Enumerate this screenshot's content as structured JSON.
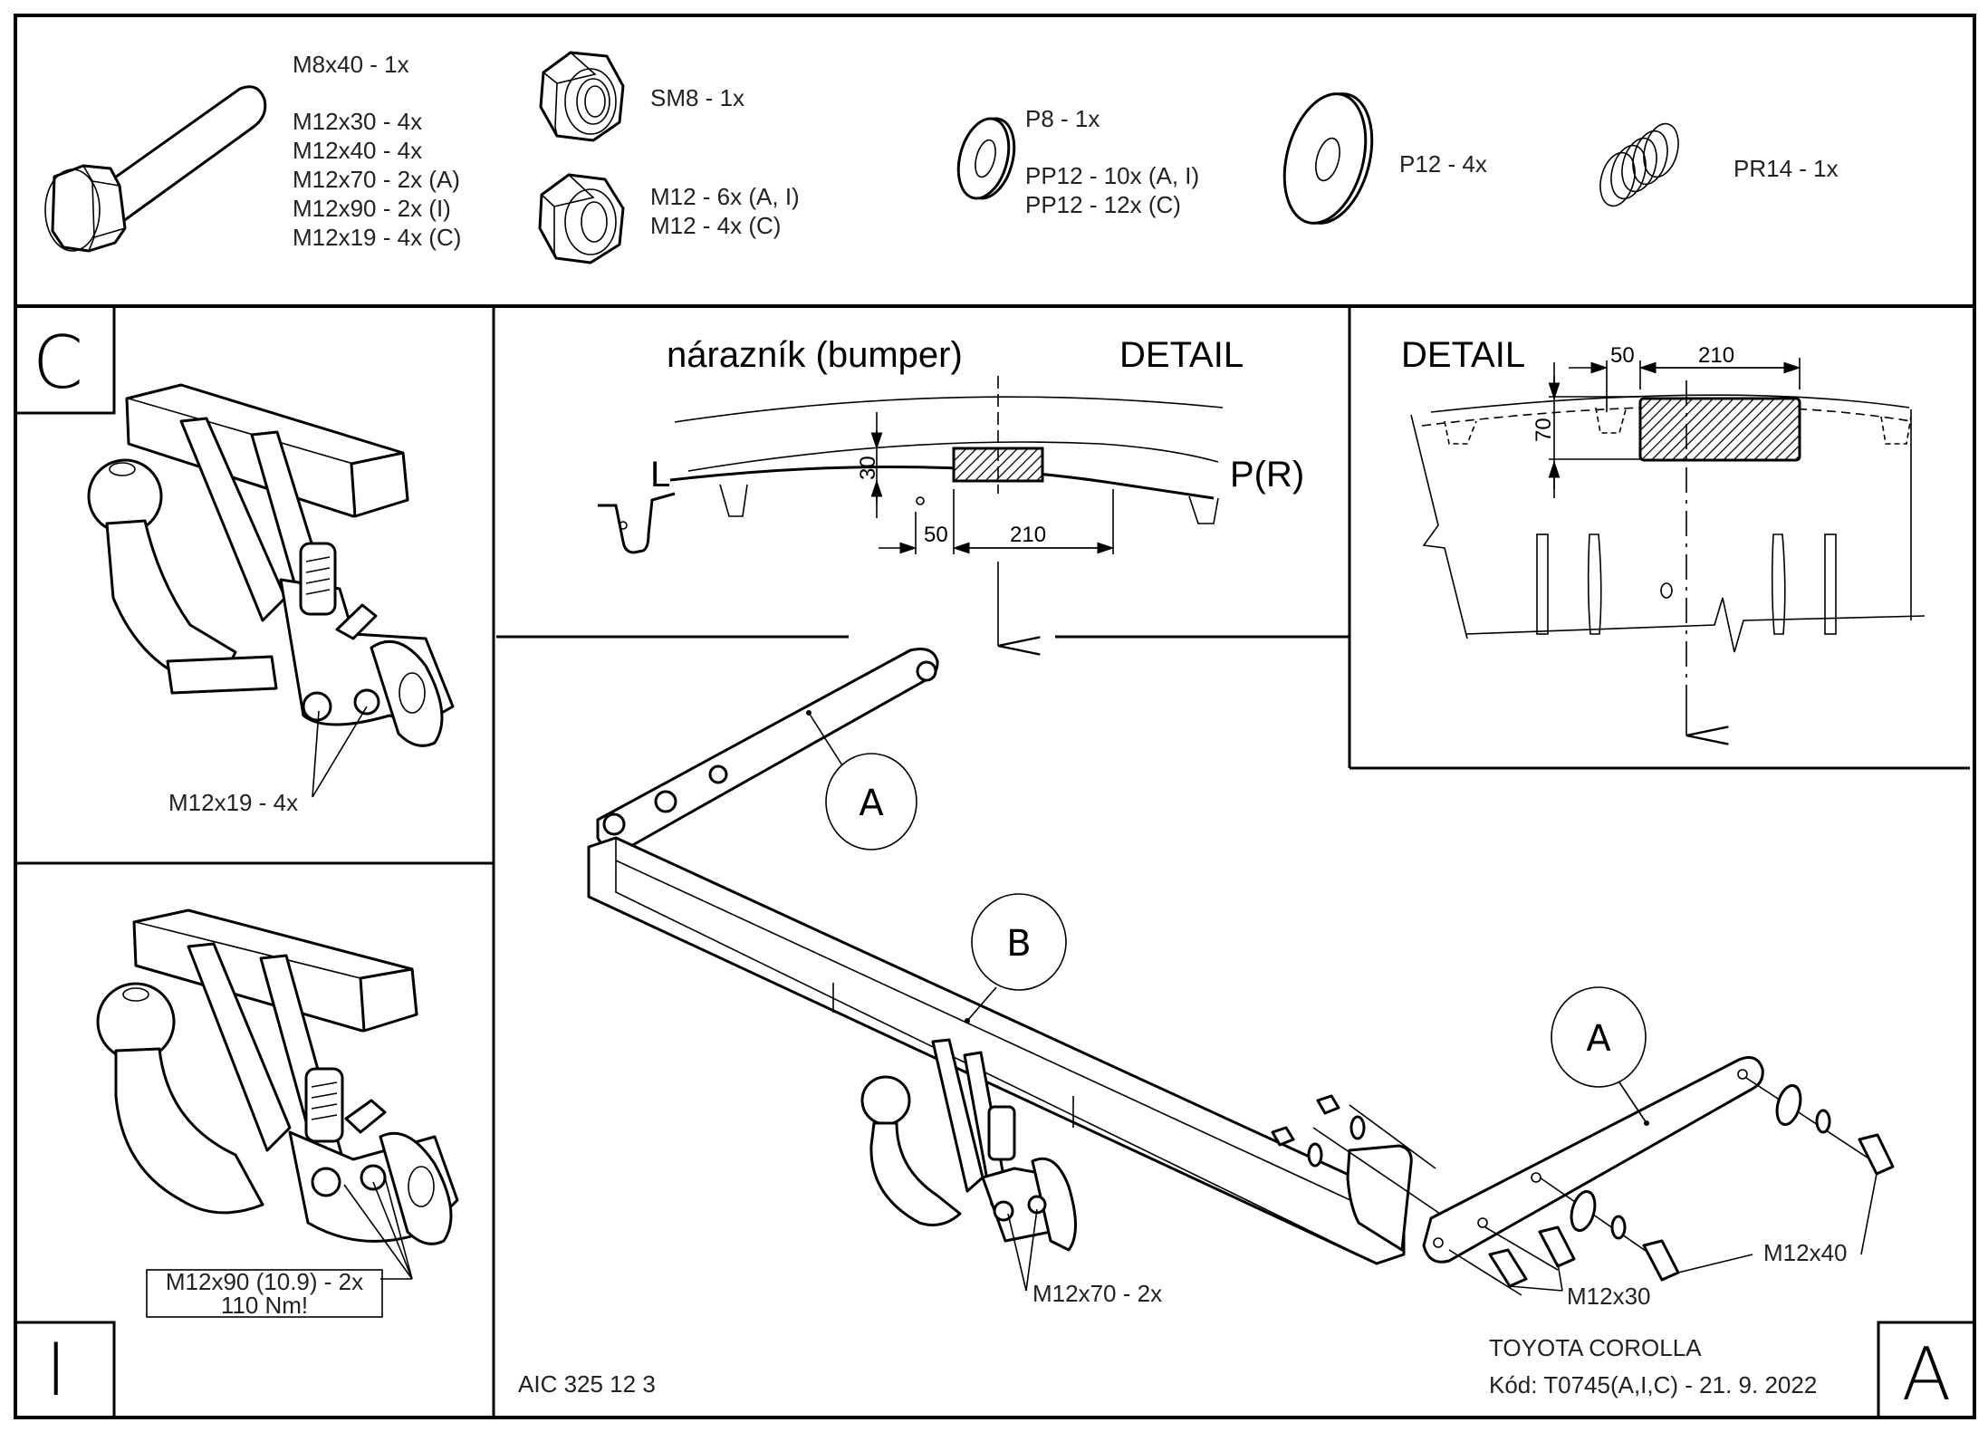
{
  "parts": {
    "bolt": {
      "icon": "hex-bolt-icon",
      "lines": [
        "M8x40 - 1x",
        "M12x30 - 4x",
        "M12x40 - 4x",
        "M12x70 - 2x (A)",
        "M12x90 - 2x (I)",
        "M12x19 - 4x (C)"
      ]
    },
    "self_locking_nut": {
      "icon": "lock-nut-icon",
      "lines": [
        "SM8 - 1x"
      ]
    },
    "nut": {
      "icon": "hex-nut-icon",
      "lines": [
        "M12 - 6x (A, I)",
        "M12 - 4x (C)"
      ]
    },
    "washer_small": {
      "icon": "washer-icon",
      "lines": [
        "P8 - 1x",
        "PP12 - 10x (A, I)",
        "PP12 - 12x (C)"
      ]
    },
    "washer_large": {
      "icon": "large-washer-icon",
      "lines": [
        "P12 - 4x"
      ]
    },
    "spring": {
      "icon": "spring-icon",
      "lines": [
        "PR14 - 1x"
      ]
    }
  },
  "panel_c": {
    "letter": "C",
    "callout": "M12x19 - 4x"
  },
  "panel_i": {
    "letter": "I",
    "callout_line1": "M12x90 (10.9) - 2x",
    "callout_line2": "110 Nm!"
  },
  "bumper_detail": {
    "title": "nárazník (bumper)",
    "detail_label": "DETAIL",
    "left_label": "L",
    "right_label": "P(R)",
    "dim_height": "30",
    "dim_offset": "50",
    "dim_width": "210"
  },
  "side_detail": {
    "detail_label": "DETAIL",
    "dim_height": "70",
    "dim_offset": "50",
    "dim_width": "210"
  },
  "assembly": {
    "balloon_a_top": "A",
    "balloon_b": "B",
    "balloon_a_right": "A",
    "callout_m12x70": "M12x70 - 2x",
    "callout_m12x30": "M12x30",
    "callout_m12x40": "M12x40"
  },
  "footer": {
    "drawing_number": "AIC 325 12 3",
    "vehicle": "TOYOTA COROLLA",
    "code": "Kód: T0745(A,I,C) - 21. 9. 2022",
    "panel_letter": "A"
  }
}
